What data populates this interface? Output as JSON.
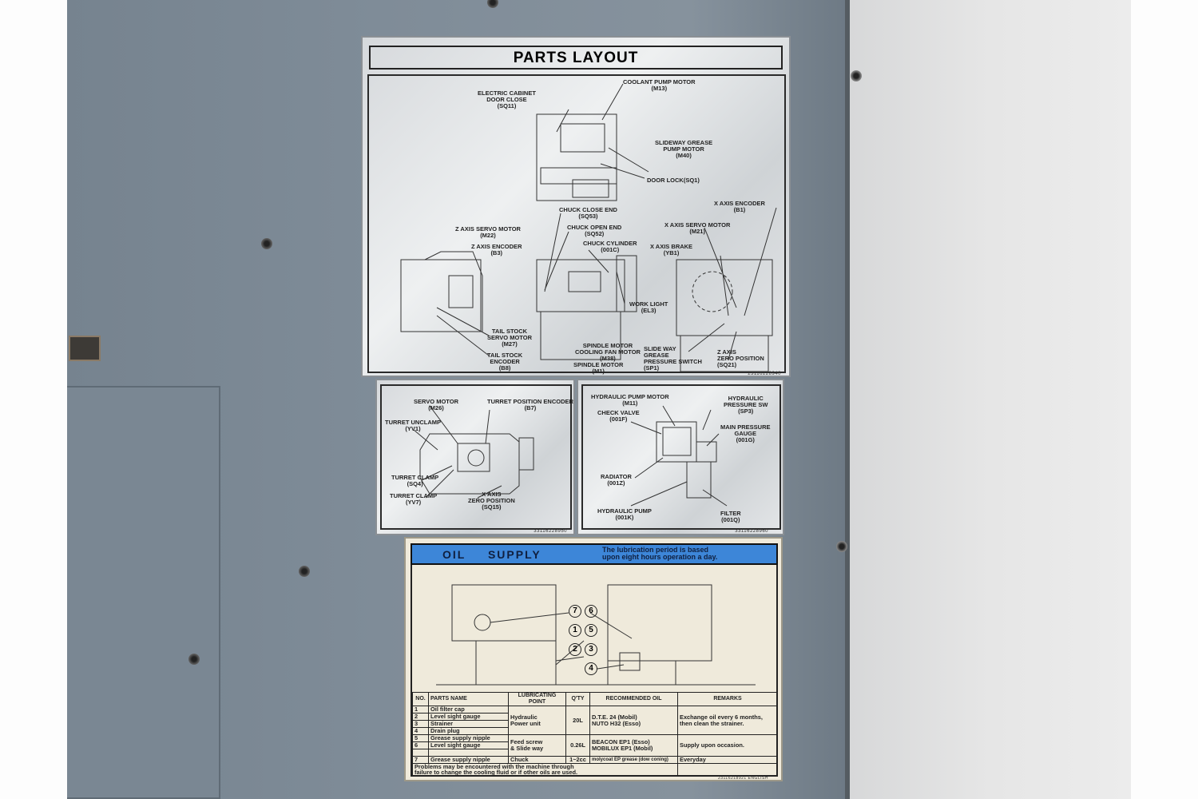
{
  "parts_layout": {
    "title": "PARTS LAYOUT",
    "labels": [
      "ELECTRIC CABINET\nDOOR CLOSE\n(SQ11)",
      "COOLANT PUMP MOTOR\n(M13)",
      "SLIDEWAY GREASE\nPUMP MOTOR\n(M40)",
      "DOOR LOCK(SQ1)",
      "CHUCK CLOSE END\n(SQ53)",
      "CHUCK OPEN END\n(SQ52)",
      "CHUCK CYLINDER\n(001C)",
      "WORK LIGHT\n(EL3)",
      "Z AXIS SERVO MOTOR\n(M22)",
      "Z AXIS ENCODER\n(B3)",
      "TAIL STOCK\nSERVO MOTOR\n(M27)",
      "TAIL STOCK\nENCODER\n(B8)",
      "SPINDLE MOTOR\nCOOLING FAN MOTOR\n(M38)",
      "SPINDLE MOTOR\n(M1)",
      "X AXIS ENCODER\n(B1)",
      "X AXIS SERVO MOTOR\n(M21)",
      "X AXIS BRAKE\n(YB1)",
      "SLIDE WAY\nGREASE\nPRESSURE SWITCH\n(SP1)",
      "Z AXIS\nZERO POSITION\n(SQ21)"
    ],
    "serial": "23116228940"
  },
  "turret_plate": {
    "labels": [
      "SERVO MOTOR\n(M26)",
      "TURRET POSITION ENCODER\n(B7)",
      "TURRET UNCLAMP\n(YV1)",
      "TURRET CLAMP\n(SQ4)",
      "TURRET CLAMP\n(YV7)",
      "X AXIS\nZERO POSITION\n(SQ15)"
    ],
    "serial": "33116228950"
  },
  "hydraulic_plate": {
    "labels": [
      "HYDRAULIC PUMP MOTOR\n(M11)",
      "CHECK VALVE\n(001F)",
      "HYDRAULIC\nPRESSURE SW\n(SP3)",
      "MAIN PRESSURE\nGAUGE\n(001G)",
      "RADIATOR\n(001Z)",
      "HYDRAULIC PUMP\n(001K)",
      "FILTER\n(001Q)"
    ],
    "serial": "33116228960"
  },
  "oil_supply": {
    "title": "OIL  SUPPLY",
    "note": "The lubrication period is based\nupon eight hours operation a day.",
    "callouts": [
      "7",
      "6",
      "1",
      "5",
      "2",
      "3",
      "4"
    ],
    "headers": [
      "NO.",
      "PARTS NAME",
      "LUBRICATING POINT",
      "Q'TY",
      "RECOMMENDED OIL",
      "REMARKS"
    ],
    "parts": [
      {
        "no": "1",
        "name": "Oil filter cap"
      },
      {
        "no": "2",
        "name": "Level sight gauge"
      },
      {
        "no": "3",
        "name": "Strainer"
      },
      {
        "no": "4",
        "name": "Drain plug"
      },
      {
        "no": "5",
        "name": "Grease supply nipple"
      },
      {
        "no": "6",
        "name": "Level sight gauge"
      },
      {
        "no": "7",
        "name": "Grease supply nipple"
      }
    ],
    "groups": [
      {
        "point": "Hydraulic\nPower unit",
        "qty": "20L",
        "oil": "D.T.E. 24 (Mobil)\nNUTO H32 (Esso)",
        "remarks": "Exchange oil every 6 months,\nthen clean the strainer."
      },
      {
        "point": "Feed screw\n& Slide way",
        "qty": "0.26L",
        "oil": "BEACON EP1 (Esso)\nMOBILUX EP1 (Mobil)",
        "remarks": "Supply upon occasion."
      },
      {
        "point": "Chuck",
        "qty": "1~2cc",
        "oil": "molycoat EP grease (dow coning)",
        "remarks": "Everyday"
      }
    ],
    "footnote": "Problems may be encountered with the machine through\nfailure to change the cooling fluid or if other oils are used.",
    "serial": "23116218921 ENGLISH"
  }
}
